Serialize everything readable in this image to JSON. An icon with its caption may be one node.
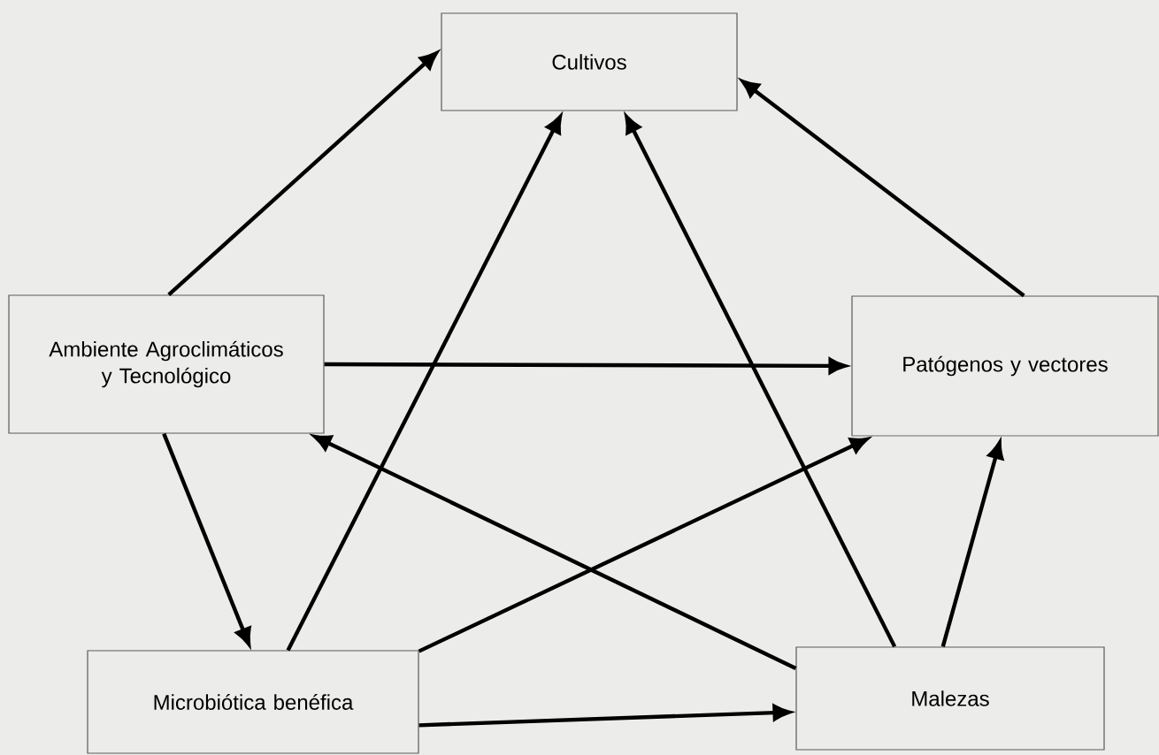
{
  "diagram": {
    "nodes": [
      {
        "text": [
          "Cultivos"
        ]
      },
      {
        "text": [
          "Ambiente Agroclimáticos y Tecnológico"
        ]
      },
      {
        "text": [
          "Patógenos y vectores"
        ]
      },
      {
        "text": [
          "Microbiótica benéfica"
        ]
      },
      {
        "text": [
          "Malezas"
        ]
      }
    ],
    "edges": [
      {
        "from": 1,
        "to": 0,
        "arrow": "to"
      },
      {
        "from": 2,
        "to": 0,
        "arrow": "to"
      },
      {
        "from": 3,
        "to": 0,
        "arrow": "to"
      },
      {
        "from": 4,
        "to": 0,
        "arrow": "to"
      },
      {
        "from": 1,
        "to": 2,
        "arrow": "to"
      },
      {
        "from": 1,
        "to": 3,
        "arrow": "to"
      },
      {
        "from": 4,
        "to": 1,
        "arrow": "to"
      },
      {
        "from": 3,
        "to": 2,
        "arrow": "to"
      },
      {
        "from": 3,
        "to": 4,
        "arrow": "to"
      },
      {
        "from": 4,
        "to": 2,
        "arrow": "to"
      }
    ]
  }
}
